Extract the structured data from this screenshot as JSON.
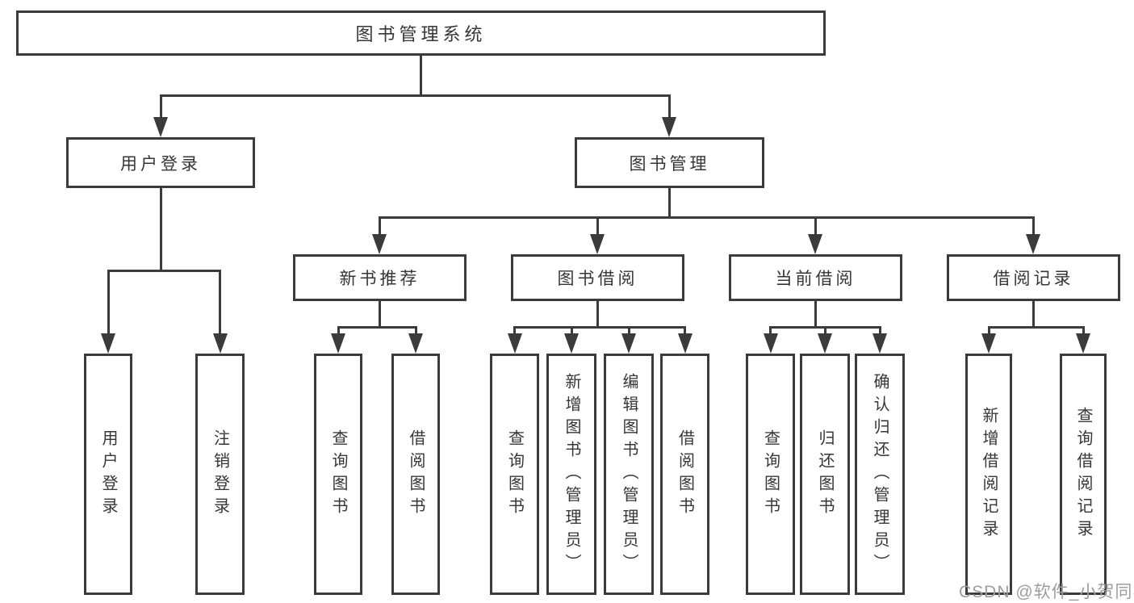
{
  "tree": {
    "root": {
      "label": "图书管理系统",
      "children": [
        {
          "label": "用户登录",
          "children": [
            {
              "label": "用户登录"
            },
            {
              "label": "注销登录"
            }
          ]
        },
        {
          "label": "图书管理",
          "children": [
            {
              "label": "新书推荐",
              "children": [
                {
                  "label": "查询图书"
                },
                {
                  "label": "借阅图书"
                }
              ]
            },
            {
              "label": "图书借阅",
              "children": [
                {
                  "label": "查询图书"
                },
                {
                  "label": "新增图书（管理员）"
                },
                {
                  "label": "编辑图书（管理员）"
                },
                {
                  "label": "借阅图书"
                }
              ]
            },
            {
              "label": "当前借阅",
              "children": [
                {
                  "label": "查询图书"
                },
                {
                  "label": "归还图书"
                },
                {
                  "label": "确认归还（管理员）"
                }
              ]
            },
            {
              "label": "借阅记录",
              "children": [
                {
                  "label": "新增借阅记录"
                },
                {
                  "label": "查询借阅记录"
                }
              ]
            }
          ]
        }
      ]
    }
  },
  "watermark": {
    "text": "CSDN @软件_小贺同学"
  },
  "colors": {
    "line": "#3b3b3b",
    "text": "#363636",
    "watermark": "#9d9d9d",
    "background": "#ffffff"
  }
}
